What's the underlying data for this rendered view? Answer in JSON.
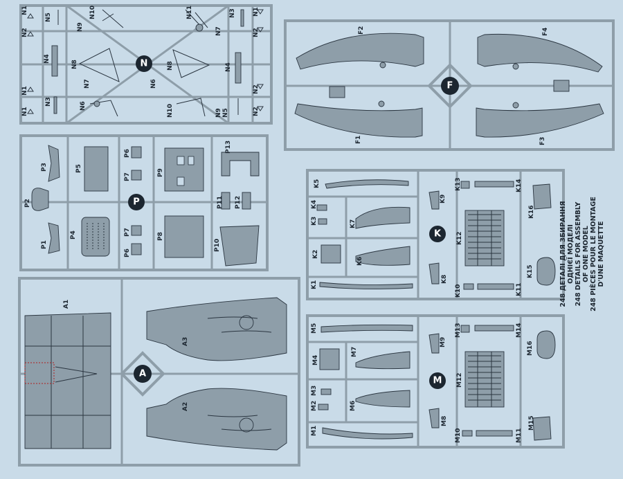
{
  "sheet": {
    "colors": {
      "paper": "#c9dbe8",
      "plastic": "#8e9ea9",
      "part_dark": "#7a8994",
      "line": "#2a3540",
      "badge": "#ffffff"
    },
    "note_lines": [
      "248 ДЕТАЛІ ДЛЯ ЗБИРАННЯ",
      "ОДНІЄЇ МОДЕЛІ",
      "248 DETAILS FOR ASSEMBLY",
      "OF ONE MODEL",
      "248 PIÈCES POUR LE MONTAGE",
      "D'UNE MAQUETTE"
    ]
  },
  "sprues": {
    "N": {
      "badge": "N",
      "labels": [
        "N1",
        "N1",
        "N1",
        "N1",
        "N2",
        "N2",
        "N2",
        "N2",
        "N3",
        "N3",
        "N4",
        "N4",
        "N5",
        "N5",
        "N6",
        "N6",
        "N7",
        "N7",
        "N8",
        "N8",
        "N9",
        "N9",
        "N10",
        "N10",
        "N11"
      ]
    },
    "F": {
      "badge": "F",
      "labels": [
        "F1",
        "F2",
        "F3",
        "F4"
      ]
    },
    "P": {
      "badge": "P",
      "labels": [
        "P1",
        "P2",
        "P3",
        "P4",
        "P5",
        "P6",
        "P6",
        "P7",
        "P7",
        "P8",
        "P9",
        "P10",
        "P11",
        "P12",
        "P13"
      ]
    },
    "K": {
      "badge": "K",
      "labels": [
        "K1",
        "K2",
        "K3",
        "K4",
        "K5",
        "K6",
        "K7",
        "K8",
        "K9",
        "K10",
        "K11",
        "K12",
        "K13",
        "K14",
        "K15",
        "K16"
      ]
    },
    "A": {
      "badge": "A",
      "labels": [
        "A1",
        "A2",
        "A3"
      ]
    },
    "M": {
      "badge": "M",
      "labels": [
        "M1",
        "M2",
        "M3",
        "M4",
        "M5",
        "M6",
        "M7",
        "M8",
        "M9",
        "M10",
        "M11",
        "M12",
        "M13",
        "M14",
        "M15",
        "M16"
      ]
    }
  }
}
